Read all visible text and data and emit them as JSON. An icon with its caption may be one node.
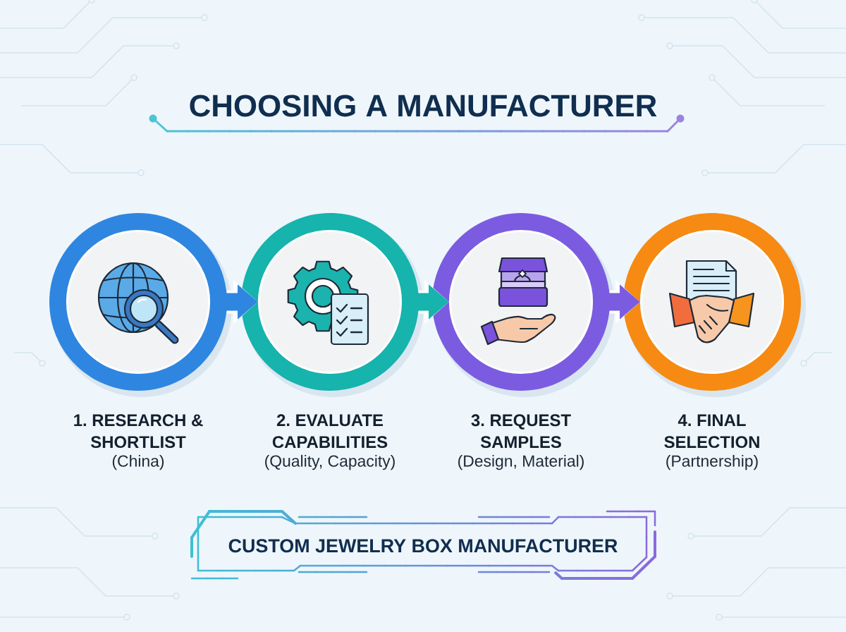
{
  "diagram": {
    "title": "CHOOSING A MANUFACTURER",
    "nodes": [
      {
        "text": [
          "1. RESEARCH & SHORTLIST",
          "(China)"
        ]
      },
      {
        "text": [
          "2. EVALUATE CAPABILITIES",
          "(Quality, Capacity)"
        ]
      },
      {
        "text": [
          "3. REQUEST SAMPLES",
          "(Design, Material)"
        ]
      },
      {
        "text": [
          "4. FINAL SELECTION",
          "(Partnership)"
        ]
      },
      {
        "text": [
          "CUSTOM JEWELRY BOX MANUFACTURER"
        ]
      }
    ],
    "edges": [
      {
        "from": 0,
        "to": 1,
        "arrow": "to",
        "color": "#2f86e0"
      },
      {
        "from": 1,
        "to": 2,
        "arrow": "to",
        "color": "#17b3ad"
      },
      {
        "from": 2,
        "to": 3,
        "arrow": "to",
        "color": "#7b5ce0"
      }
    ]
  }
}
